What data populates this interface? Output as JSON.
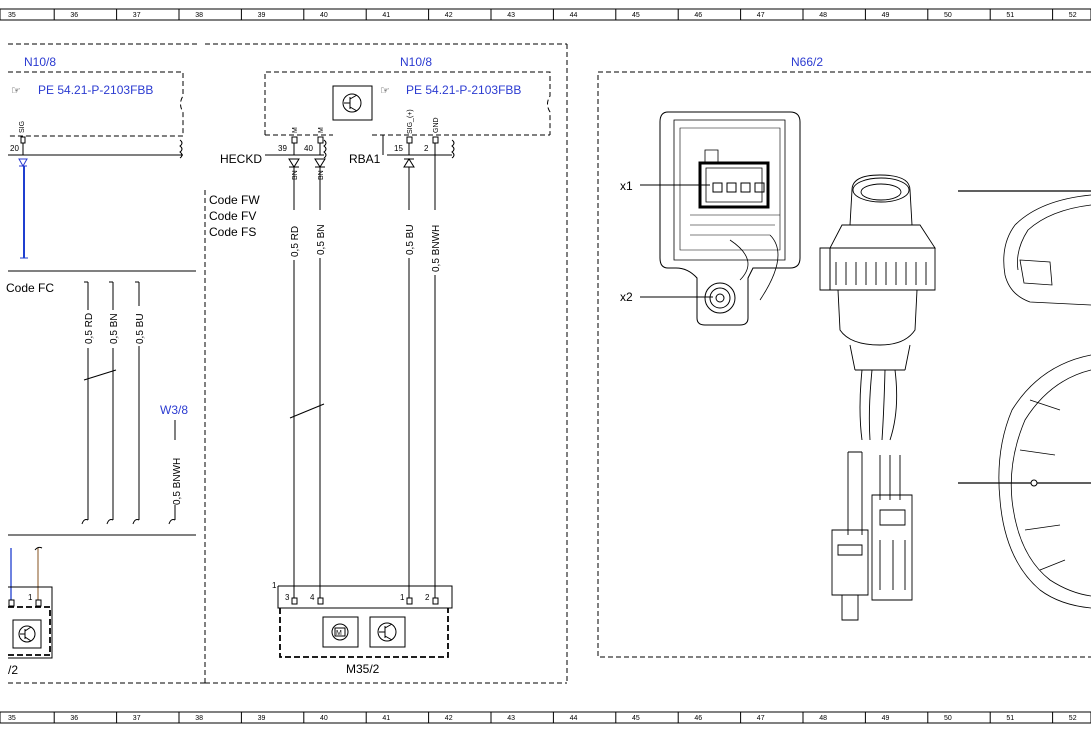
{
  "ruler": {
    "numbers": [
      "35",
      "36",
      "37",
      "38",
      "39",
      "40",
      "41",
      "42",
      "43",
      "44",
      "45",
      "46",
      "47",
      "48",
      "49",
      "50",
      "51",
      "52"
    ]
  },
  "colors": {
    "blue_text": "#2b3bd1",
    "blue_wire": "#1f3fd0",
    "brown_wire": "#a07850",
    "line": "#000000"
  },
  "left_module": {
    "name": "N10/8",
    "ref": "PE 54.21-P-2103FBB",
    "pin_number": "20",
    "pin_signal": "SIG"
  },
  "center_module": {
    "name": "N10/8",
    "ref": "PE 54.21-P-2103FBB",
    "pins": [
      {
        "number": "39",
        "signal": "M"
      },
      {
        "number": "40",
        "signal": "M"
      },
      {
        "number": "15",
        "signal": "SIG_(+)"
      },
      {
        "number": "2",
        "signal": "GND"
      }
    ],
    "labels": {
      "left": "HECKD",
      "right": "RBA1"
    }
  },
  "codes": [
    "Code FW",
    "Code FV",
    "Code FS"
  ],
  "code_fc": "Code FC",
  "center_wires": [
    "0,5 RD",
    "0,5 BN",
    "0,5 BU",
    "0,5 BNWH"
  ],
  "center_wire_marks": [
    "BN",
    "BN"
  ],
  "left_wires": [
    "0,5 RD",
    "0,5 BN",
    "0,5 BU"
  ],
  "w38": {
    "name": "W3/8",
    "wire": "0,5 BNWH"
  },
  "m352": {
    "name": "M35/2",
    "connector": "1",
    "pins": [
      "3",
      "4",
      "1",
      "2"
    ]
  },
  "left_bottom": {
    "pin": "1",
    "name_fragment": "/2"
  },
  "n662": {
    "name": "N66/2",
    "callouts": [
      "x1",
      "x2"
    ]
  }
}
